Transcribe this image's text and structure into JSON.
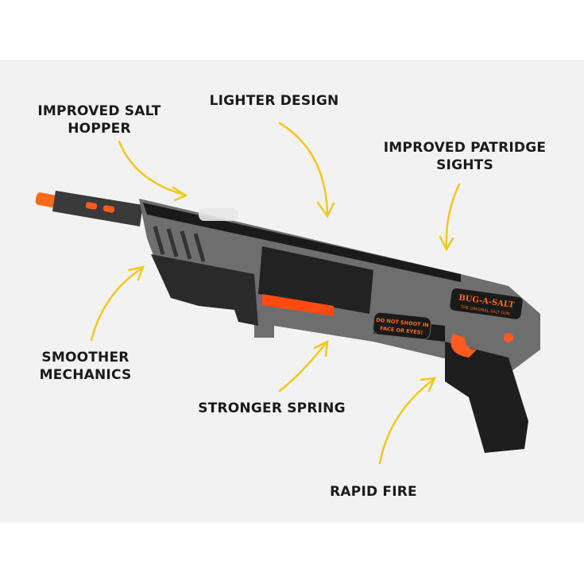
{
  "labels": {
    "salt_hopper": "IMPROVED SALT HOPPER",
    "salt_hopper_l1": "IMPROVED SALT",
    "salt_hopper_l2": "HOPPER",
    "lighter_design": "LIGHTER DESIGN",
    "sights_l1": "IMPROVED PATRIDGE",
    "sights_l2": "SIGHTS",
    "mechanics_l1": "SMOOTHER",
    "mechanics_l2": "MECHANICS",
    "spring": "STRONGER SPRING",
    "rapid_fire": "RAPID FIRE"
  },
  "product": {
    "brand": "BUG-A-SALT",
    "tagline": "THE ORIGINAL SALT GUN",
    "warning_l1": "DO NOT SHOOT IN",
    "warning_l2": "FACE OR EYES!"
  },
  "colors": {
    "arrow": "#f2c81c",
    "accent": "#ff5a1f",
    "body": "#6b6b6b"
  }
}
